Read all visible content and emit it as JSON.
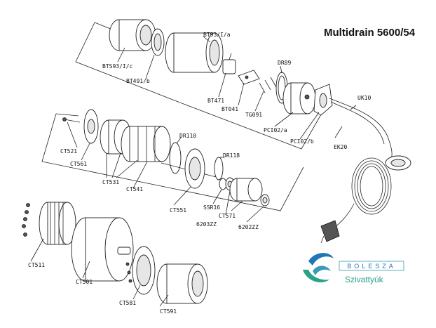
{
  "title": "Multidrain 5600/54",
  "labels": {
    "BTS93_lc": "BTS93/I/c",
    "BT491_b": "BT491/b",
    "BT93_la": "BT93/I/a",
    "BT471": "BT471",
    "BT041": "BT041",
    "TG091": "TG091",
    "DR89": "DR89",
    "PCI02_a": "PCI02/a",
    "PCI02_b": "PCI02/b",
    "UK10": "UK10",
    "EK20": "EK20",
    "CT521": "CT521",
    "CT561": "CT561",
    "CT531": "CT531",
    "CT541": "CT541",
    "DR110": "DR110",
    "DR118": "DR118",
    "CT551": "CT551",
    "SSR16": "SSR16",
    "CT571": "CT571",
    "b6203ZZ": "6203ZZ",
    "b6202ZZ": "6202ZZ",
    "CT511": "CT511",
    "CT501": "CT501",
    "CT581": "CT581",
    "CT591": "CT591"
  },
  "logo": {
    "brand": "BOLESZA",
    "subtitle": "Szivattyúk",
    "colors": {
      "blue": "#1f77b4",
      "green": "#2ca089",
      "teal": "#3a9bb5"
    }
  }
}
